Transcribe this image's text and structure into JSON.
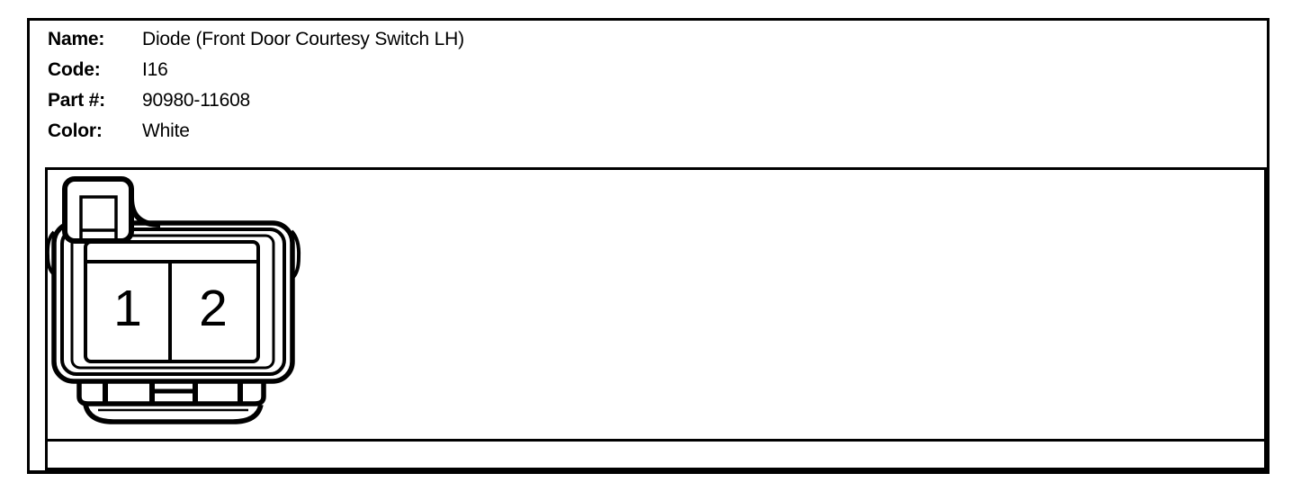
{
  "header": {
    "fields": [
      {
        "label": "Name:",
        "value": "Diode (Front Door Courtesy Switch LH)"
      },
      {
        "label": "Code:",
        "value": "I16"
      },
      {
        "label": "Part #:",
        "value": "90980-11608"
      },
      {
        "label": "Color:",
        "value": "White"
      }
    ]
  },
  "connector": {
    "pins": [
      "1",
      "2"
    ]
  },
  "colors": {
    "line": "#000000",
    "background": "#ffffff"
  }
}
